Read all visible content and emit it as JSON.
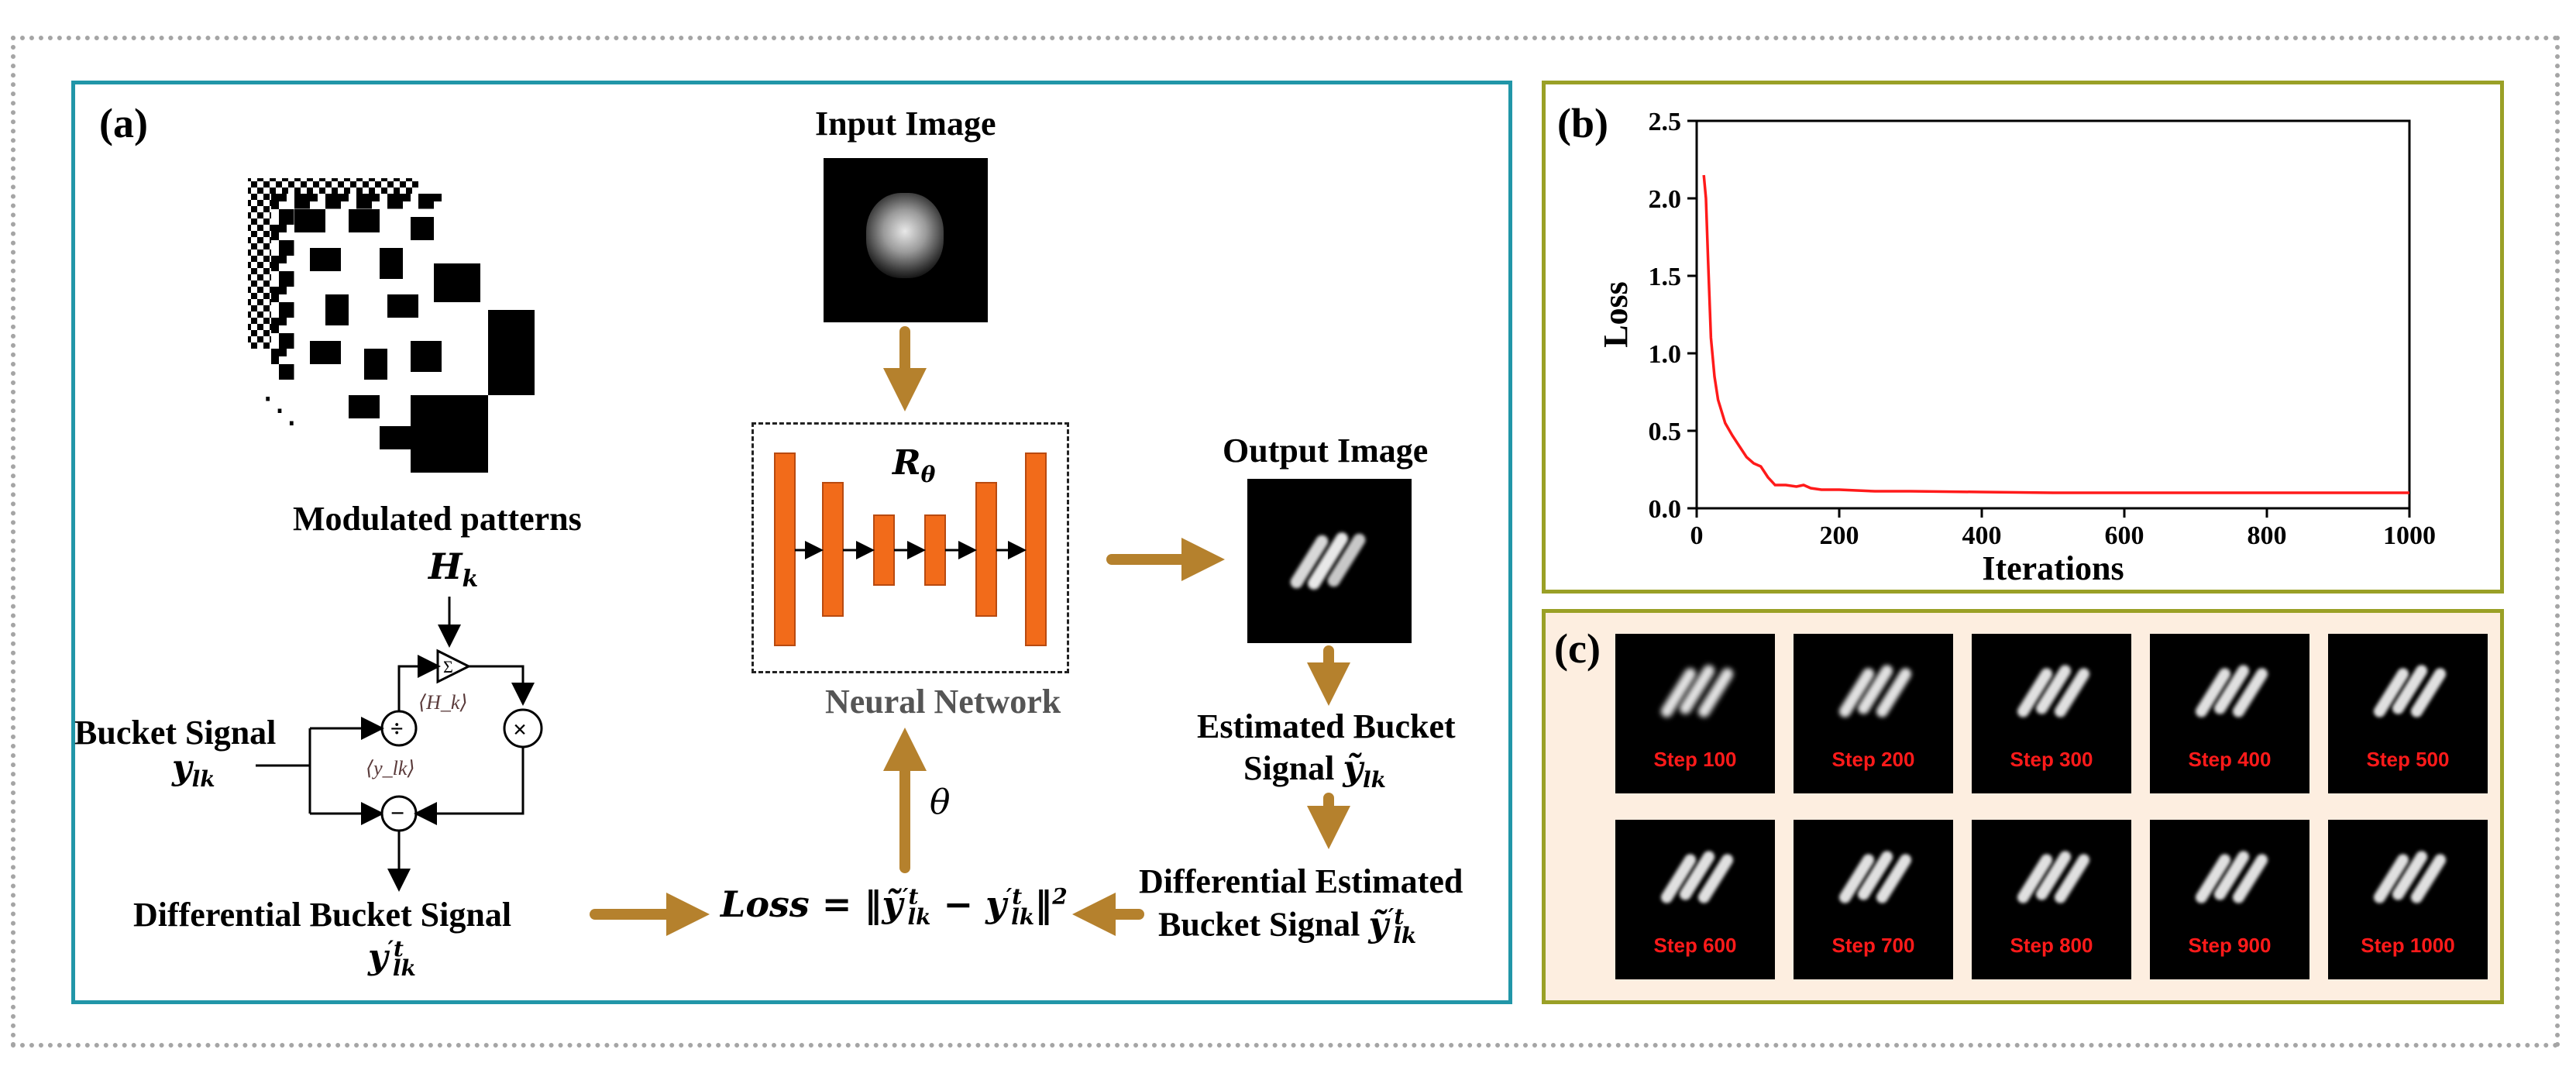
{
  "panel_a": {
    "tag": "(a)",
    "modulated_patterns": "Modulated patterns",
    "h_k": "H_k",
    "dots": "⋱",
    "bucket_signal": "Bucket Signal",
    "y_lk": "y_lk",
    "sum_symbol": "Σ",
    "div_symbol": "÷",
    "mul_symbol": "×",
    "minus_symbol": "−",
    "h_mean": "⟨H_k⟩",
    "y_mean": "⟨y_lk⟩",
    "differential_bucket_signal": "Differential Bucket Signal",
    "y_prime": "y′ᵗ_lk",
    "input_image": "Input Image",
    "r_theta": "R_θ",
    "neural_network": "Neural Network",
    "output_image": "Output Image",
    "theta": "θ",
    "loss_formula": "Loss = ‖ỹ′ᵗ_lk − y′ᵗ_lk‖²",
    "estimated_bucket_line1": "Estimated Bucket",
    "estimated_bucket_line2": "Signal ỹ_lk",
    "differential_estimated_line1": "Differential Estimated",
    "differential_estimated_line2": "Bucket Signal ỹ′ᵗ_lk"
  },
  "panel_b": {
    "tag": "(b)"
  },
  "panel_c": {
    "tag": "(c)",
    "steps": [
      "Step 100",
      "Step 200",
      "Step 300",
      "Step 400",
      "Step 500",
      "Step 600",
      "Step 700",
      "Step 800",
      "Step 900",
      "Step 1000"
    ]
  },
  "colors": {
    "arrow_brown": "#b5812d",
    "network_orange": "#f26b1a",
    "loss_red": "#ff1a1a",
    "panel_a_border": "#2196a8",
    "panel_bc_border": "#9aa026",
    "panel_c_bg": "#fdeee0"
  },
  "chart_data": {
    "type": "line",
    "xlabel": "Iterations",
    "ylabel": "Loss",
    "xlim": [
      0,
      1000
    ],
    "ylim": [
      0,
      2.5
    ],
    "xticks": [
      0,
      200,
      400,
      600,
      800,
      1000
    ],
    "yticks": [
      0.0,
      0.5,
      1.0,
      1.5,
      2.0,
      2.5
    ],
    "xtick_labels": [
      "0",
      "200",
      "400",
      "600",
      "800",
      "1000"
    ],
    "ytick_labels": [
      "0.0",
      "0.5",
      "1.0",
      "1.5",
      "2.0",
      "2.5"
    ],
    "grid": false,
    "series": [
      {
        "color": "#ff1a1a",
        "x": [
          10,
          13,
          16,
          20,
          25,
          30,
          40,
          50,
          60,
          70,
          80,
          90,
          100,
          110,
          125,
          140,
          150,
          160,
          175,
          200,
          250,
          300,
          400,
          500,
          600,
          700,
          800,
          900,
          1000
        ],
        "y": [
          2.15,
          2.0,
          1.6,
          1.1,
          0.85,
          0.7,
          0.55,
          0.47,
          0.4,
          0.33,
          0.29,
          0.27,
          0.2,
          0.15,
          0.15,
          0.14,
          0.15,
          0.13,
          0.12,
          0.12,
          0.11,
          0.11,
          0.105,
          0.1,
          0.1,
          0.1,
          0.1,
          0.1,
          0.1
        ]
      }
    ]
  }
}
